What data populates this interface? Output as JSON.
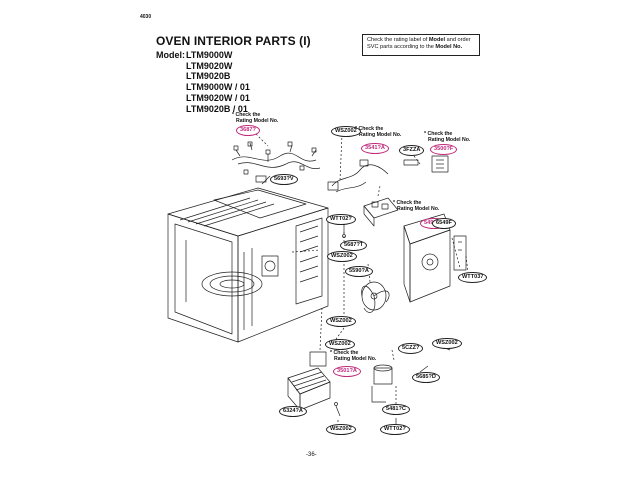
{
  "header": {
    "corner_mark": "4030",
    "title": "OVEN INTERIOR PARTS (I)",
    "note": {
      "before": "Check the rating label of ",
      "bold1": "Model",
      "middle": " and order SVC parts according to the ",
      "bold2": "Model No.",
      "after": ""
    },
    "model_label": "Model:",
    "models": [
      "LTM9000W",
      "LTM9020W",
      "LTM9020B",
      "LTM9000W / 01",
      "LTM9020W / 01",
      "LTM9020B / 01"
    ]
  },
  "check_notes": [
    {
      "id": "c1",
      "line1": "* Check the",
      "line2": "Rating Model No."
    },
    {
      "id": "c2",
      "line1": "* Check the",
      "line2": "Rating Model No."
    },
    {
      "id": "c3",
      "line1": "* Check the",
      "line2": "Rating Model No."
    },
    {
      "id": "c4",
      "line1": "* Check the",
      "line2": "Rating Model No."
    },
    {
      "id": "c5",
      "line1": "* Check the",
      "line2": "Rating Model No."
    }
  ],
  "part_labels": [
    {
      "id": "p1",
      "text": "3687?",
      "highlight": true
    },
    {
      "id": "p2",
      "text": "WSZ002",
      "highlight": false
    },
    {
      "id": "p3",
      "text": "3541?A",
      "highlight": true
    },
    {
      "id": "p4",
      "text": "3500?F",
      "highlight": true
    },
    {
      "id": "p5",
      "text": "3FZZA",
      "highlight": false
    },
    {
      "id": "p6",
      "text": "5693?V",
      "highlight": false
    },
    {
      "id": "p7",
      "text": "WTT02?",
      "highlight": false
    },
    {
      "id": "p8",
      "text": "5497?A",
      "highlight": true
    },
    {
      "id": "p9",
      "text": "6549F",
      "highlight": false
    },
    {
      "id": "p10",
      "text": "5687?T",
      "highlight": false
    },
    {
      "id": "p11",
      "text": "WSZ002",
      "highlight": false
    },
    {
      "id": "p12",
      "text": "5590?A",
      "highlight": false
    },
    {
      "id": "p13",
      "text": "WTT037",
      "highlight": false
    },
    {
      "id": "p14",
      "text": "WSZ002",
      "highlight": false
    },
    {
      "id": "p15",
      "text": "WSZ002",
      "highlight": false
    },
    {
      "id": "p16",
      "text": "5CZZ?",
      "highlight": false
    },
    {
      "id": "p17",
      "text": "WSZ002",
      "highlight": false
    },
    {
      "id": "p18",
      "text": "3501?A",
      "highlight": true
    },
    {
      "id": "p19",
      "text": "5685?D",
      "highlight": false
    },
    {
      "id": "p20",
      "text": "6324?A",
      "highlight": false
    },
    {
      "id": "p21",
      "text": "5481?C",
      "highlight": false
    },
    {
      "id": "p22",
      "text": "WSZ002",
      "highlight": false
    },
    {
      "id": "p23",
      "text": "WTT02?",
      "highlight": false
    }
  ],
  "colors": {
    "highlight": "#c0287a",
    "line": "#222222"
  },
  "footer": {
    "page_number": "-36-"
  }
}
